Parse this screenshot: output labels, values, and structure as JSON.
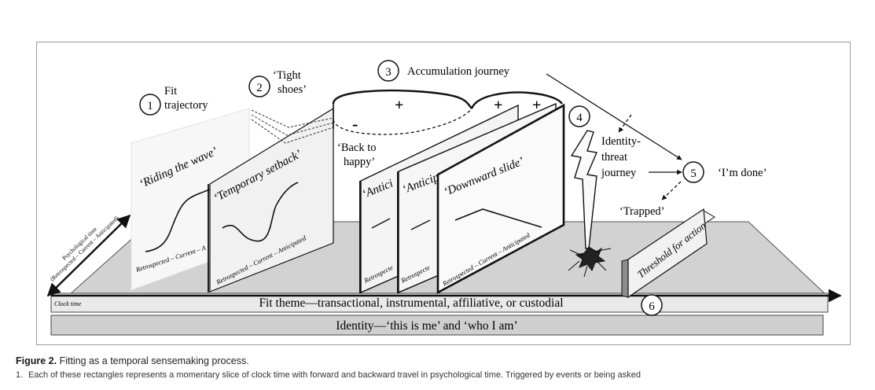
{
  "figure": {
    "labels": {
      "n1": "1",
      "fit_line1": "Fit",
      "fit_line2": "trajectory",
      "n2": "2",
      "tight_line1": "‘Tight",
      "tight_line2": "shoes’",
      "n3": "3",
      "accumulation": "Accumulation journey",
      "n4": "4",
      "identity_line1": "Identity-",
      "identity_line2": "threat",
      "identity_line3": "journey",
      "n5": "5",
      "done": "‘I’m done’",
      "n6": "6",
      "back_line1": "‘Back to",
      "back_line2": "happy’",
      "trapped": "‘Trapped’",
      "plus": "+",
      "minus": "-",
      "threshold": "Threshold for action"
    },
    "panels": {
      "riding": "‘Riding the wave’",
      "setback": "‘Temporary setback’",
      "antici": "‘Antici",
      "decline": "‘Anticipated decline’",
      "downward": "‘Downward slide’",
      "axis_text": "Retrospected – Current – Anticipated",
      "axis_text_short": "Retrospected – Current – A",
      "axis_text_cut": "Retrospecte"
    },
    "axes": {
      "psych_line1": "Psychological time",
      "psych_line2": "(Retrospected – Current – Anticipated)",
      "clock": "Clock time"
    },
    "bars": {
      "fit_theme": "Fit theme—transactional, instrumental, affiliative, or custodial",
      "identity": "Identity—‘this is me’ and ‘who I am’"
    }
  },
  "caption": {
    "label": "Figure 2.",
    "text": "Fitting as a temporal sensemaking process."
  },
  "note": {
    "number": "1.",
    "text": "Each of these rectangles represents a momentary slice of clock time with forward and backward travel in psychological time. Triggered by events or being asked"
  }
}
